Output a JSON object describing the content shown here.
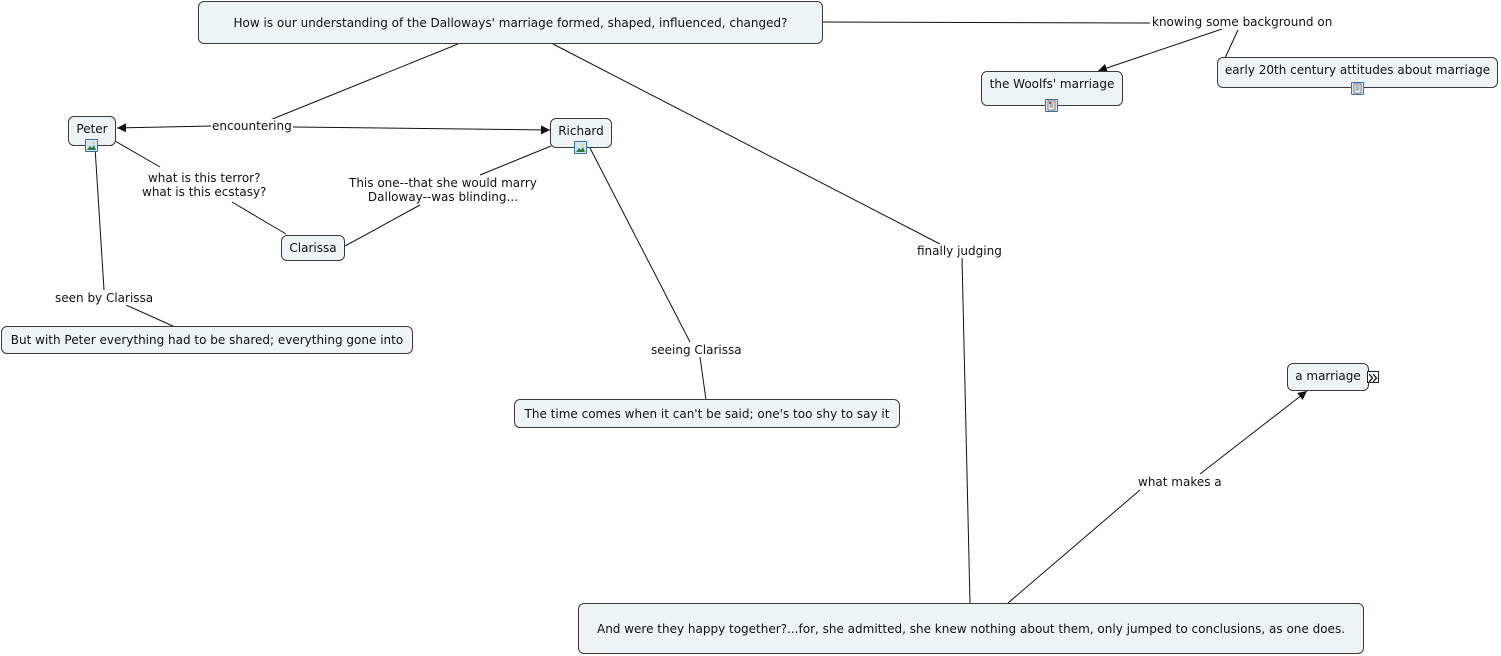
{
  "concepts": {
    "question": "How is our understanding of the Dalloways' marriage formed, shaped, influenced, changed?",
    "woolfs": "the Woolfs' marriage",
    "attitudes": "early 20th century attitudes about marriage",
    "peter": "Peter",
    "richard": "Richard",
    "clarissa": "Clarissa",
    "peter_quote": "But with Peter everything had to be shared; everything gone into",
    "richard_quote": "The time comes when it can't be said; one's too shy to say it",
    "a_marriage": "a marriage",
    "happy_quote": "And were they happy together?...for, she admitted, she knew nothing about them, only jumped to conclusions, as one does."
  },
  "links": {
    "background": "knowing some background on",
    "encountering": "encountering",
    "terror": "what is this terror?\nwhat is this ecstasy?",
    "blinding": "This one--that she would marry\nDalloway--was blinding...",
    "seen_by": "seen by Clarissa",
    "seeing": "seeing Clarissa",
    "judging": "finally judging",
    "makes": "what makes a"
  },
  "icons": {
    "image_resource": "image-resource-icon",
    "document_resource": "document-resource-icon",
    "expand": "expand-icon"
  },
  "colors": {
    "node_fill": "#eef3f5",
    "node_border": "#3a3a3a",
    "line": "#111111",
    "icon_border": "#2f6fae"
  }
}
